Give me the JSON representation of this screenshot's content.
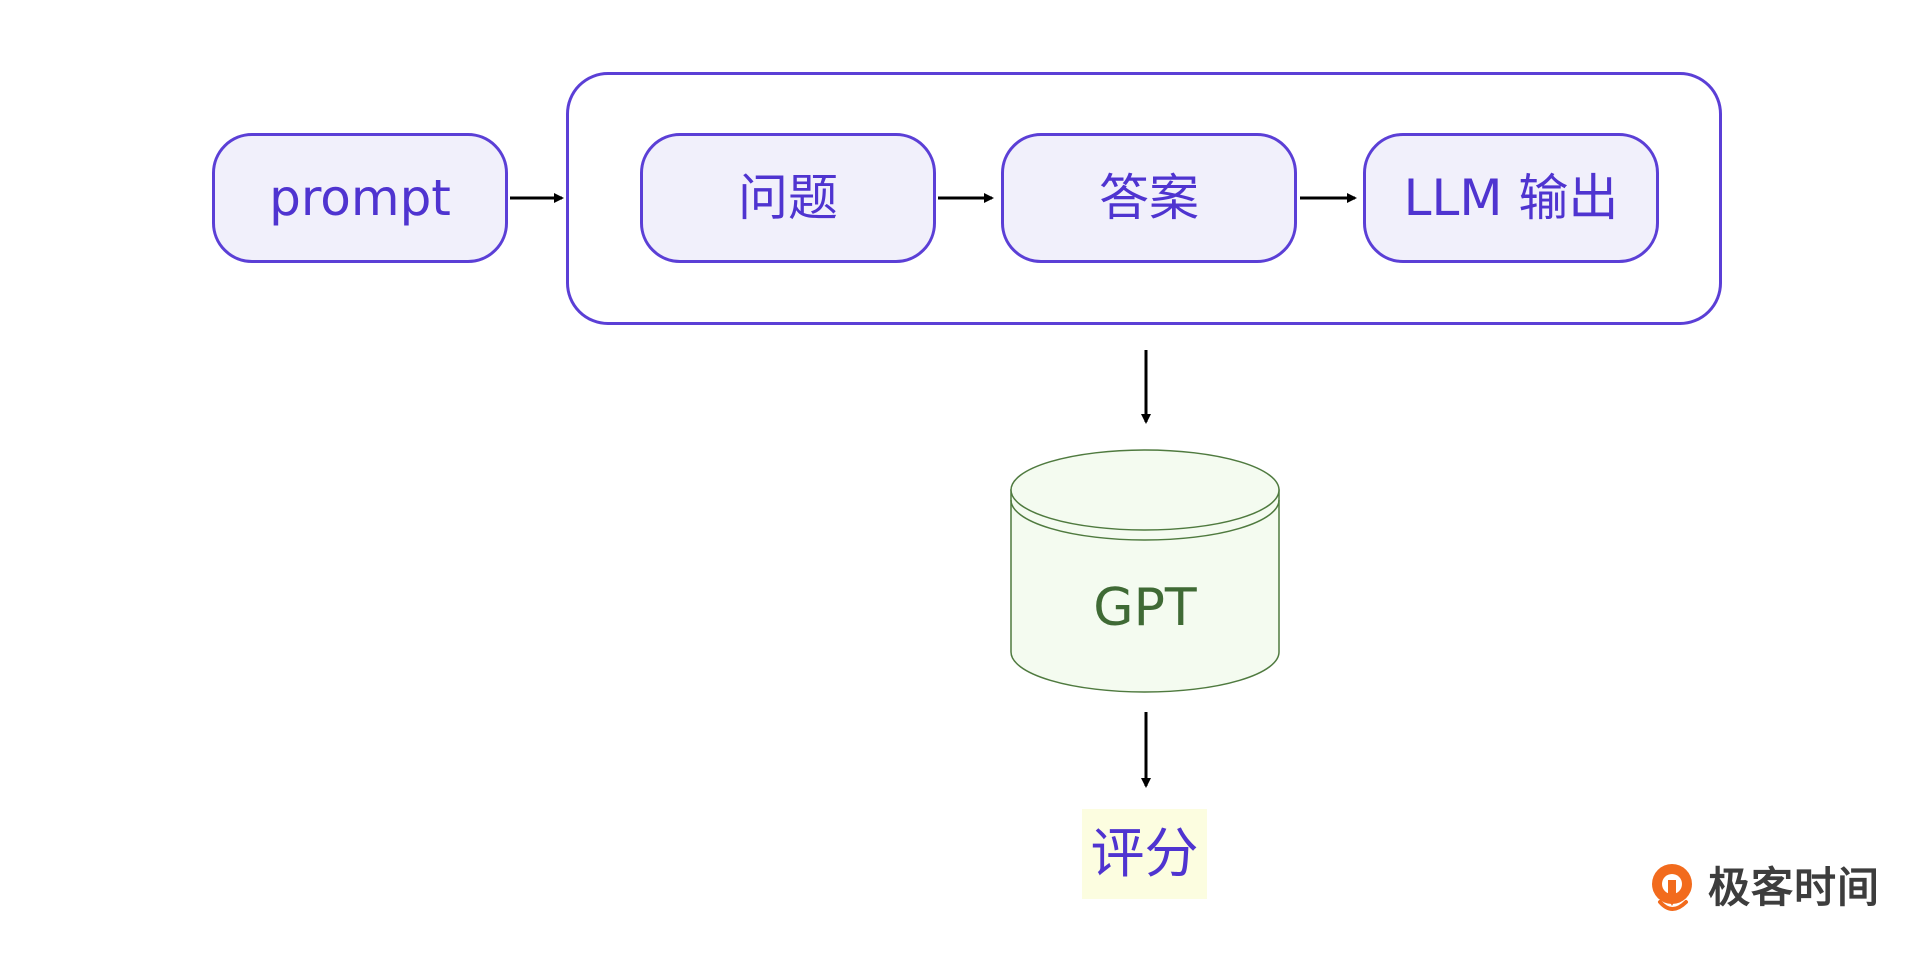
{
  "nodes": {
    "prompt": "prompt",
    "question": "问题",
    "answer": "答案",
    "llm_output": "LLM 输出"
  },
  "evaluator": {
    "label": "GPT"
  },
  "result": {
    "label": "评分"
  },
  "brand": {
    "name": "极客时间"
  },
  "colors": {
    "node_border": "#5b3fd6",
    "node_fill": "#f1f0fb",
    "node_text": "#4f34d0",
    "db_border": "#4f7a3f",
    "db_fill": "#f4fbf0",
    "db_text": "#3f6a35",
    "result_fill": "#fcfde0",
    "brand_orange": "#f26b1d"
  },
  "icons": {
    "brand": "geektime-logo-icon",
    "arrow": "arrow-icon"
  }
}
